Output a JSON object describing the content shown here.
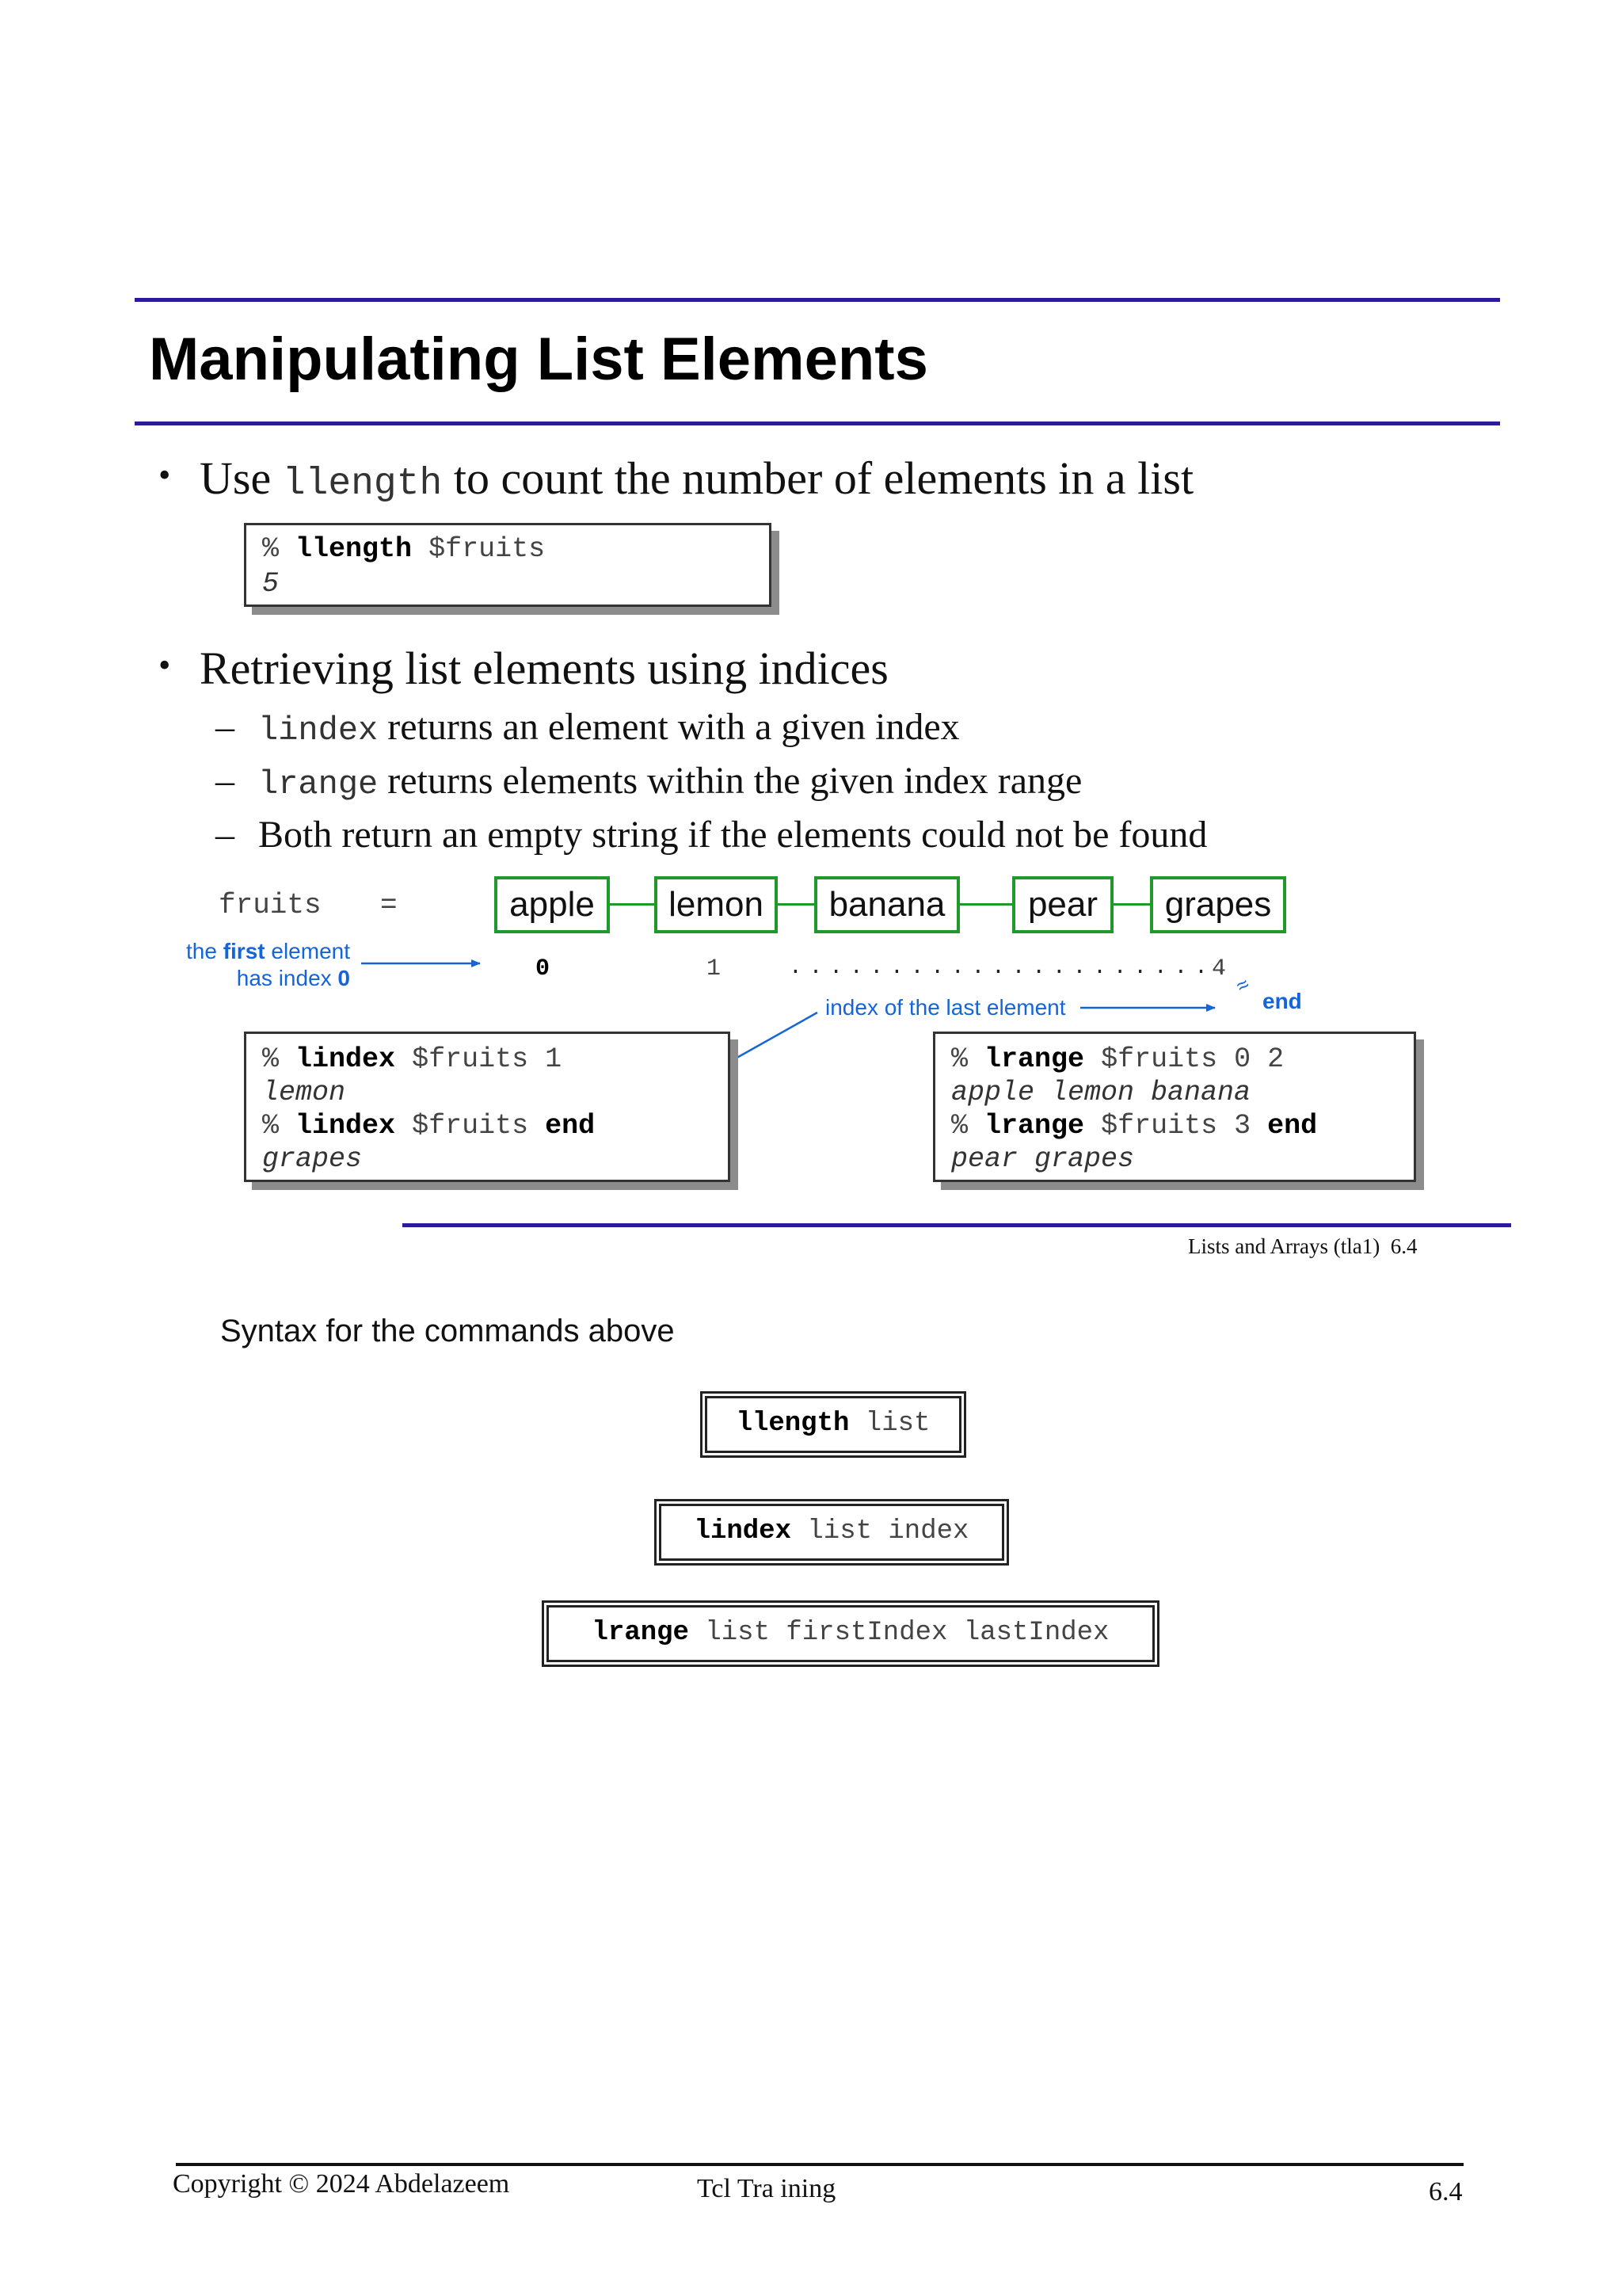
{
  "slide": {
    "title": "Manipulating List Elements",
    "bullet1": {
      "pre": "Use",
      "cmd": "llength",
      "post": "to count the number of elements in a list"
    },
    "box1": {
      "prompt": "%",
      "cmd": "llength",
      "arg": "$fruits",
      "output": "5"
    },
    "bullet2": "Retrieving list elements using indices",
    "sub1": {
      "cmd": "lindex",
      "text": "returns an element with a given index"
    },
    "sub2": {
      "cmd": "lrange",
      "text": "returns elements within the given index range"
    },
    "sub3": "Both return an empty string if the elements could not be found",
    "dash": "–"
  },
  "diagram": {
    "var_label": "fruits",
    "equals": "=",
    "fruits": [
      "apple",
      "lemon",
      "banana",
      "pear",
      "grapes"
    ],
    "first_note_1a": "the ",
    "first_note_1b": "first",
    "first_note_1c": " element",
    "first_note_2a": "has index ",
    "first_note_2b": "0",
    "index0": "0",
    "index1": "1",
    "dots": ". . . . . . . . . . . . . . . . . . . . . .",
    "index4": "4",
    "approx": "≈",
    "end_label": "end",
    "last_note": "index of the last element"
  },
  "box_lindex": {
    "line1": {
      "prompt": "%",
      "cmd": "lindex",
      "args": "$fruits 1"
    },
    "out1": "lemon",
    "line2": {
      "prompt": "%",
      "cmd": "lindex",
      "args": "$fruits",
      "kw": "end"
    },
    "out2": "grapes"
  },
  "box_lrange": {
    "line1": {
      "prompt": "%",
      "cmd": "lrange",
      "args": "$fruits 0 2"
    },
    "out1": "apple lemon banana",
    "line2": {
      "prompt": "%",
      "cmd": "lrange",
      "args": "$fruits 3",
      "kw": "end"
    },
    "out2": "pear grapes"
  },
  "slide_footer": "Lists and Arrays (tla1)  6.4",
  "notes": {
    "heading": "Syntax for the commands above",
    "syntax": [
      {
        "cmd": "llength",
        "args": "list"
      },
      {
        "cmd": "lindex",
        "args": "list index"
      },
      {
        "cmd": "lrange",
        "args": "list firstIndex lastIndex"
      }
    ]
  },
  "page_footer": {
    "copyright": "Copyright © 2024 Abdelazeem",
    "center": "Tcl Tra ining",
    "page": "6.4"
  },
  "colors": {
    "rule": "#2a1a9c",
    "fruit_border": "#1f9a2a",
    "annotation": "#1565d8"
  }
}
